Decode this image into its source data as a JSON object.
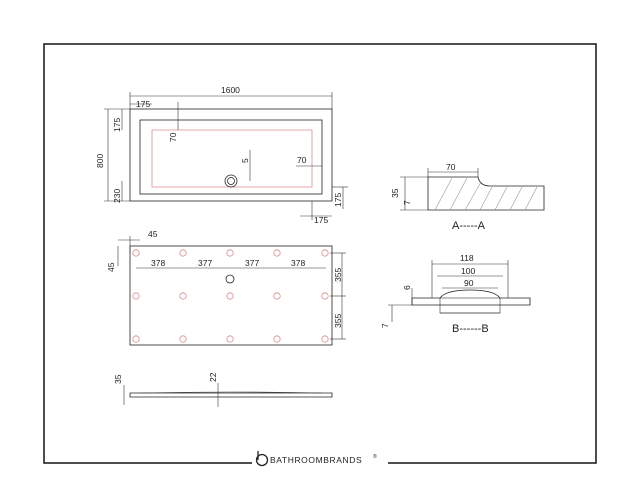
{
  "brand": {
    "name": "BATHROOMBRANDS",
    "reg": "®",
    "icon": "bathroombrands-logo-icon"
  },
  "plan": {
    "length": "1600",
    "width": "800",
    "rim_left": "175",
    "rim_top": "175",
    "rim_right": "175",
    "rim_bottom": "175",
    "inner_top": "70",
    "inner_right": "70",
    "waste_offset": "5",
    "waste_from_edge": "230"
  },
  "feet": {
    "edge_x": "45",
    "edge_y": "45",
    "spacing": [
      "378",
      "377",
      "377",
      "378"
    ],
    "row_spacing": [
      "355",
      "355"
    ]
  },
  "profile": {
    "height": "35",
    "depth": "22"
  },
  "section_a": {
    "label": "A-----A",
    "width": "70",
    "height": "35",
    "lip": "7"
  },
  "section_b": {
    "label": "B------B",
    "outer": "118",
    "mid": "100",
    "inner": "90",
    "step": "6",
    "depth": "7"
  }
}
